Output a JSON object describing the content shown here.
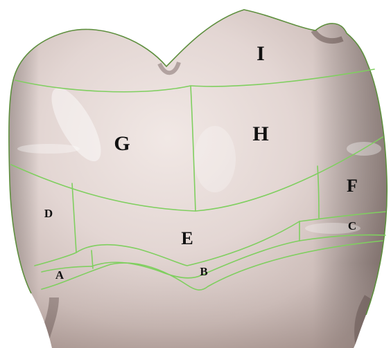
{
  "figure": {
    "labels": {
      "A": "A",
      "B": "B",
      "C": "C",
      "D": "D",
      "E": "E",
      "F": "F",
      "G": "G",
      "H": "H",
      "I": "I"
    },
    "colors": {
      "background": "#ffffff",
      "tooth_light": "#e7dcd9",
      "tooth_mid": "#cbbab6",
      "tooth_shadow": "#7f706c",
      "tooth_outline": "#5e8f3e",
      "region_line": "#7fcf5f",
      "label_text": "#111111"
    }
  }
}
